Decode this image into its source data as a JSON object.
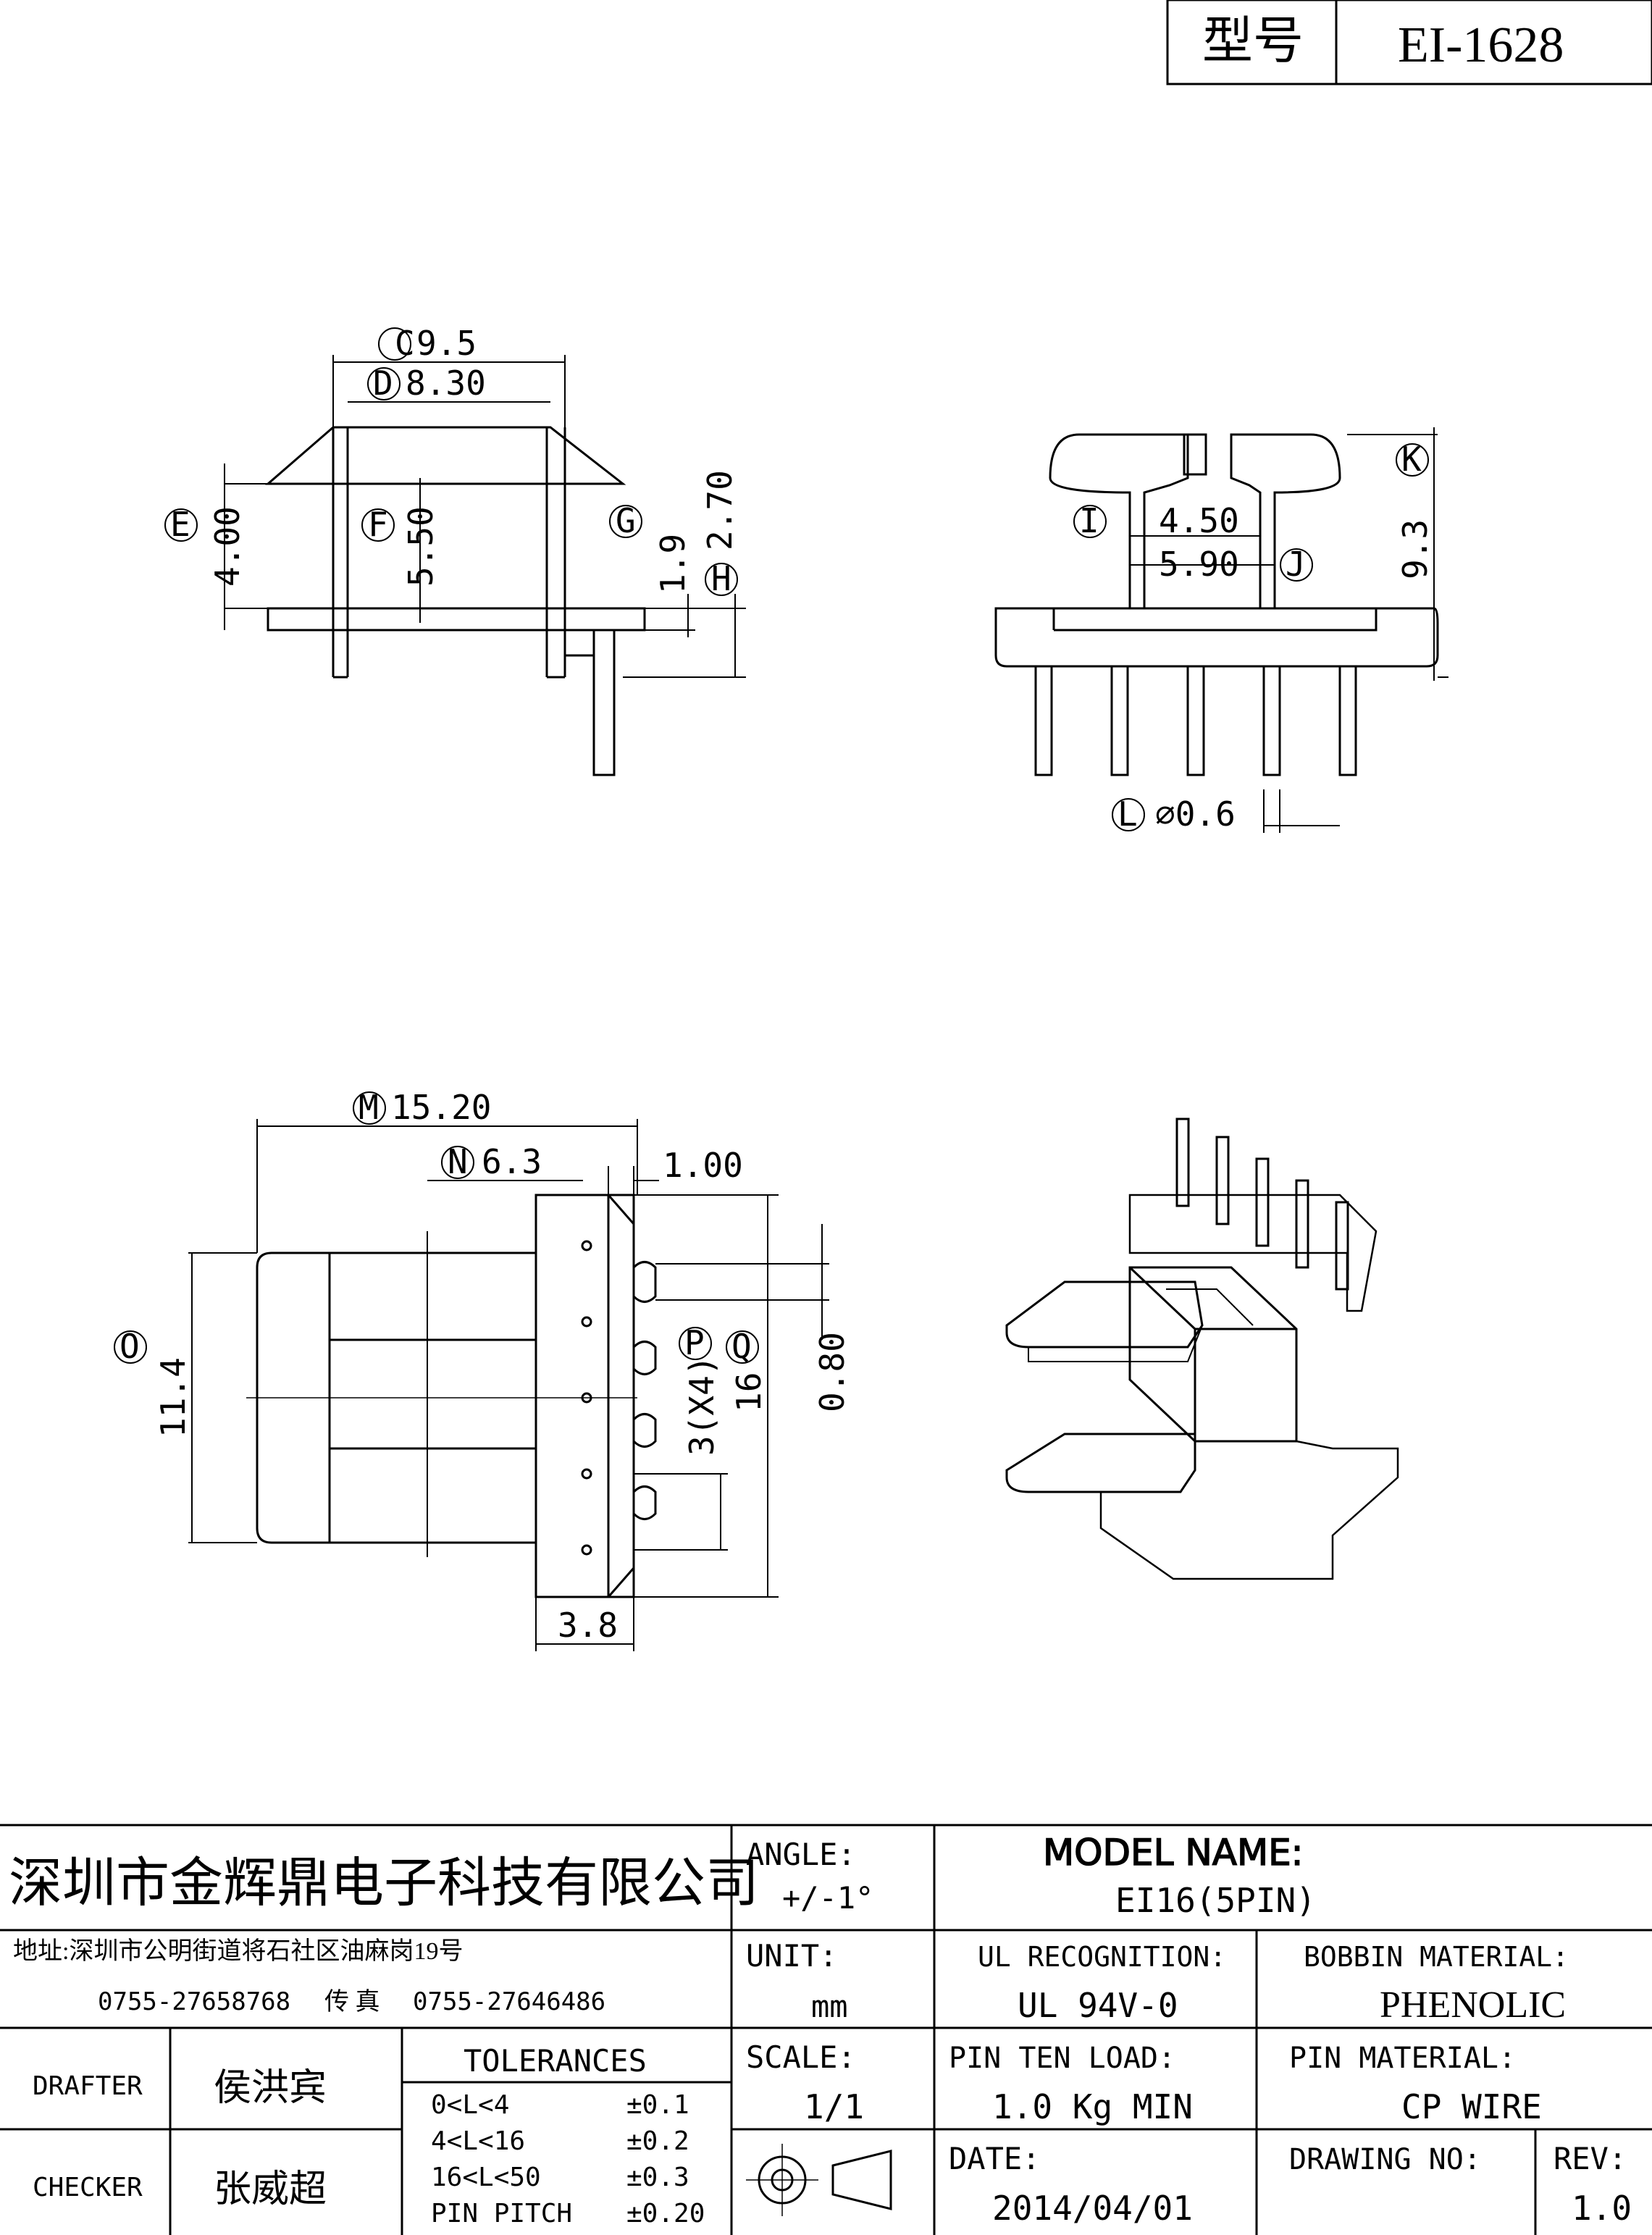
{
  "header": {
    "model_label": "型号",
    "model_value": "EI-1628"
  },
  "view_top_left": {
    "dims": {
      "C": "9.5",
      "D": "8.30",
      "E": "4.00",
      "F": "5.50",
      "G": "1.9",
      "G2": "2.70",
      "H": "H"
    },
    "labels": [
      "C",
      "D",
      "E",
      "F",
      "G",
      "H"
    ]
  },
  "view_top_right": {
    "dims": {
      "I": "4.50",
      "J": "5.90",
      "K": "9.3",
      "L": "⌀0.6"
    },
    "labels": [
      "I",
      "J",
      "K",
      "L"
    ]
  },
  "view_bottom_left": {
    "dims": {
      "M": "15.20",
      "N": "6.3",
      "N2": "1.00",
      "O": "11.4",
      "P": "3(X4)",
      "Q": "16",
      "R": "0.80",
      "S": "3.8"
    },
    "labels": [
      "M",
      "N",
      "O",
      "P",
      "Q"
    ]
  },
  "title_block": {
    "company": "深圳市金辉鼎电子科技有限公司",
    "address": "地址:深圳市公明街道将石社区油麻岗19号",
    "phone": "0755-27658768",
    "fax_label": "传 真",
    "fax": "0755-27646486",
    "angle_label": "ANGLE:",
    "angle_value": "+/-1°",
    "model_name_label": "MODEL NAME:",
    "model_name_value": "EI16(5PIN)",
    "unit_label": "UNIT:",
    "unit_value": "mm",
    "ul_label": "UL RECOGNITION:",
    "ul_value": "UL 94V-0",
    "bobbin_label": "BOBBIN MATERIAL:",
    "bobbin_value": "PHENOLIC",
    "drafter_label": "DRAFTER",
    "drafter_value": "侯洪宾",
    "checker_label": "CHECKER",
    "checker_value": "张威超",
    "tolerances_label": "TOLERANCES",
    "tolerances": [
      {
        "range": "0<L<4",
        "value": "±0.1"
      },
      {
        "range": "4<L<16",
        "value": "±0.2"
      },
      {
        "range": "16<L<50",
        "value": "±0.3"
      },
      {
        "range": "PIN PITCH",
        "value": "±0.20"
      }
    ],
    "scale_label": "SCALE:",
    "scale_value": "1/1",
    "pin_ten_label": "PIN TEN LOAD:",
    "pin_ten_value": "1.0 Kg MIN",
    "pin_material_label": "PIN MATERIAL:",
    "pin_material_value": "CP WIRE",
    "date_label": "DATE:",
    "date_value": "2014/04/01",
    "drawing_no_label": "DRAWING NO:",
    "rev_label": "REV:",
    "rev_value": "1.0"
  }
}
